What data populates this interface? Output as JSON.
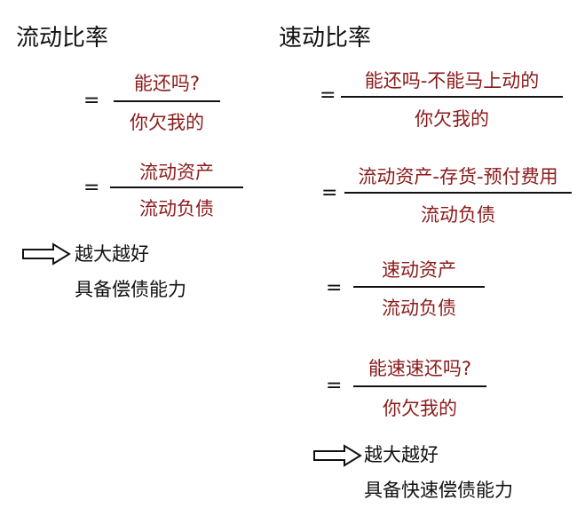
{
  "left": {
    "title": "流动比率",
    "eq1": {
      "sign": "=",
      "numerator": "能还吗?",
      "denominator": "你欠我的"
    },
    "eq2": {
      "sign": "=",
      "numerator": "流动资产",
      "denominator": "流动负债"
    },
    "conclusion": {
      "line1": "越大越好",
      "line2": "具备偿债能力"
    }
  },
  "right": {
    "title": "速动比率",
    "eq1": {
      "sign": "=",
      "numerator": "能还吗-不能马上动的",
      "denominator": "你欠我的"
    },
    "eq2": {
      "sign": "=",
      "numerator": "流动资产-存货-预付费用",
      "denominator": "流动负债"
    },
    "eq3": {
      "sign": "=",
      "numerator": "速动资产",
      "denominator": "流动负债"
    },
    "eq4": {
      "sign": "=",
      "numerator": "能速速还吗?",
      "denominator": "你欠我的"
    },
    "conclusion": {
      "line1": "越大越好",
      "line2": "具备快速偿债能力"
    }
  },
  "colors": {
    "formula_text": "#8b1a1a",
    "text": "#111111"
  }
}
